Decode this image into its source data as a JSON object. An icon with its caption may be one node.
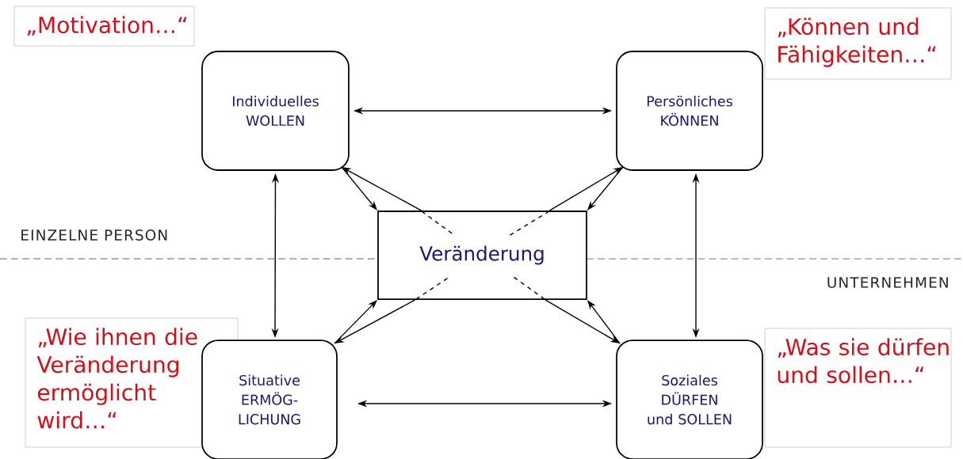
{
  "diagram": {
    "nodes": [
      {
        "text": [
          "„Motivation…“"
        ]
      },
      {
        "text": [
          "Individuelles",
          "WOLLEN"
        ]
      },
      {
        "text": [
          "„Können und Fähigkeiten…“"
        ]
      },
      {
        "text": [
          "Persönliches",
          "KÖNNEN"
        ]
      },
      {
        "text": [
          "Veränderung"
        ]
      },
      {
        "text": [
          "„Wie ihnen die Veränderung ermöglicht wird…“"
        ]
      },
      {
        "text": [
          "Situative",
          "ERMÖG-LICHUNG"
        ]
      },
      {
        "text": [
          "„Was sie dürfen und sollen…“"
        ]
      },
      {
        "text": [
          "Soziales",
          "DÜRFEN und SOLLEN"
        ]
      }
    ],
    "edges": [
      {
        "from": 1,
        "to": 3,
        "arrow": "both"
      },
      {
        "from": 1,
        "to": 6,
        "arrow": "both"
      },
      {
        "from": 3,
        "to": 8,
        "arrow": "both"
      },
      {
        "from": 6,
        "to": 8,
        "arrow": "both"
      },
      {
        "from": 1,
        "to": 4,
        "arrow": "to"
      },
      {
        "from": 4,
        "to": 1,
        "arrow": "to"
      },
      {
        "from": 3,
        "to": 4,
        "arrow": "to"
      },
      {
        "from": 4,
        "to": 3,
        "arrow": "to"
      },
      {
        "from": 6,
        "to": 4,
        "arrow": "to"
      },
      {
        "from": 4,
        "to": 6,
        "arrow": "to"
      },
      {
        "from": 8,
        "to": 4,
        "arrow": "to"
      },
      {
        "from": 4,
        "to": 8,
        "arrow": "to"
      }
    ],
    "labels": [
      "EINZELNE PERSON",
      "UNTERNEHMEN"
    ]
  }
}
